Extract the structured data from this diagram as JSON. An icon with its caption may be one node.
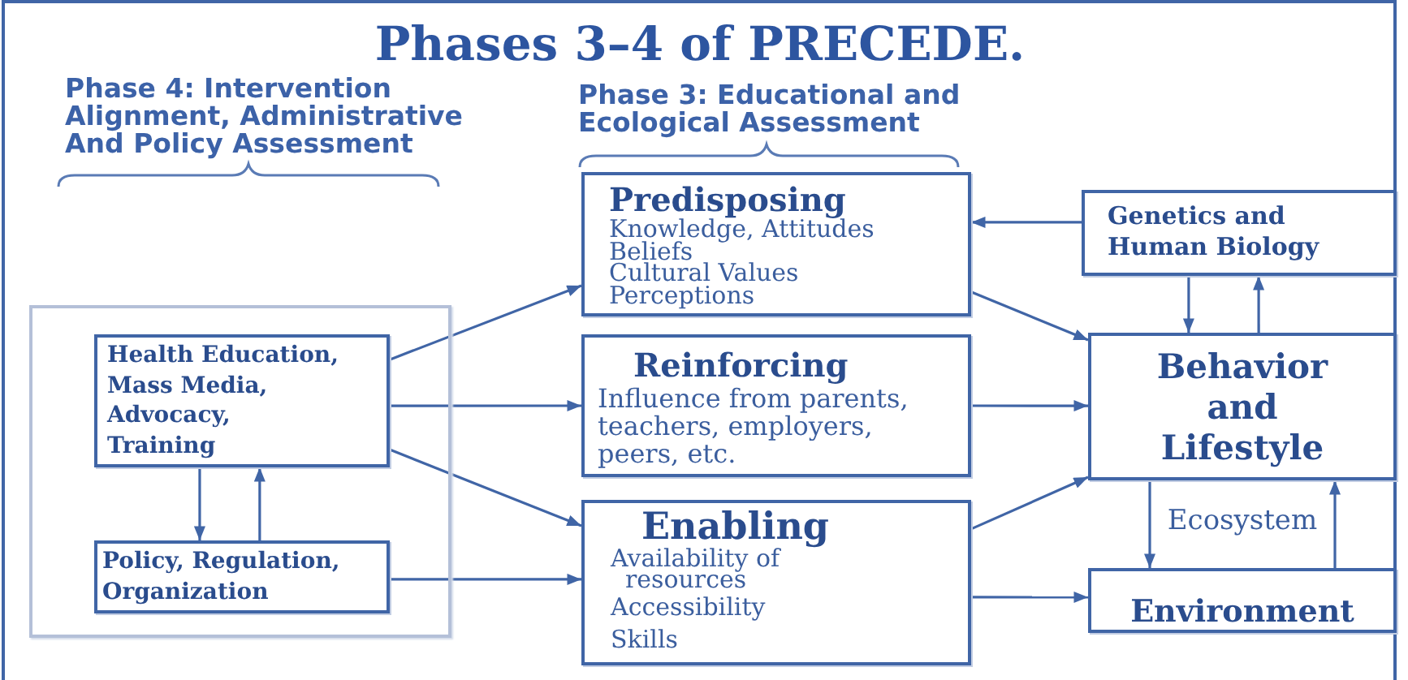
{
  "diagram": {
    "title": "Phases 3–4 of PRECEDE.",
    "nodes": [
      {
        "text": [],
        "shape": "box"
      },
      {
        "text": [
          "Health Education,",
          "Mass Media,",
          "Advocacy,",
          "Training"
        ],
        "in": 0
      },
      {
        "text": [
          "Policy, Regulation, Organization"
        ],
        "in": 0
      },
      {
        "text": [
          "Predisposing",
          "Knowledge, Attitudes",
          "Beliefs",
          "Cultural Values",
          "Perceptions"
        ]
      },
      {
        "text": [
          "Reinforcing",
          "Influence from parents, teachers, employers, peers, etc."
        ]
      },
      {
        "text": [
          "Enabling",
          "Availability of resources",
          "Accessibility",
          "Skills"
        ]
      },
      {
        "text": [
          "Genetics and Human Biology"
        ]
      },
      {
        "text": [
          "Behavior and Lifestyle"
        ]
      },
      {
        "text": [
          "Environment"
        ]
      }
    ],
    "edges": [
      {
        "from": 1,
        "to": 3,
        "arrow": "to"
      },
      {
        "from": 1,
        "to": 4,
        "arrow": "to"
      },
      {
        "from": 1,
        "to": 5,
        "arrow": "to"
      },
      {
        "from": 1,
        "to": 2,
        "arrow": "to"
      },
      {
        "from": 2,
        "to": 1,
        "arrow": "to"
      },
      {
        "from": 2,
        "to": 5,
        "arrow": "to"
      },
      {
        "from": 6,
        "to": 3,
        "arrow": "to"
      },
      {
        "from": 3,
        "to": 7,
        "arrow": "to"
      },
      {
        "from": 4,
        "to": 7,
        "arrow": "to"
      },
      {
        "from": 5,
        "to": 7,
        "arrow": "to"
      },
      {
        "from": 5,
        "to": 8,
        "arrow": "to"
      },
      {
        "from": 6,
        "to": 7,
        "arrow": "to"
      },
      {
        "from": 7,
        "to": 6,
        "arrow": "to"
      },
      {
        "from": 7,
        "to": 8,
        "arrow": "to"
      },
      {
        "from": 8,
        "to": 7,
        "arrow": "to"
      }
    ],
    "labels": [
      "Phase 4: Intervention Alignment, Administrative And Policy Assessment",
      "Phase 3: Educational and Ecological Assessment",
      "Ecosystem"
    ]
  }
}
